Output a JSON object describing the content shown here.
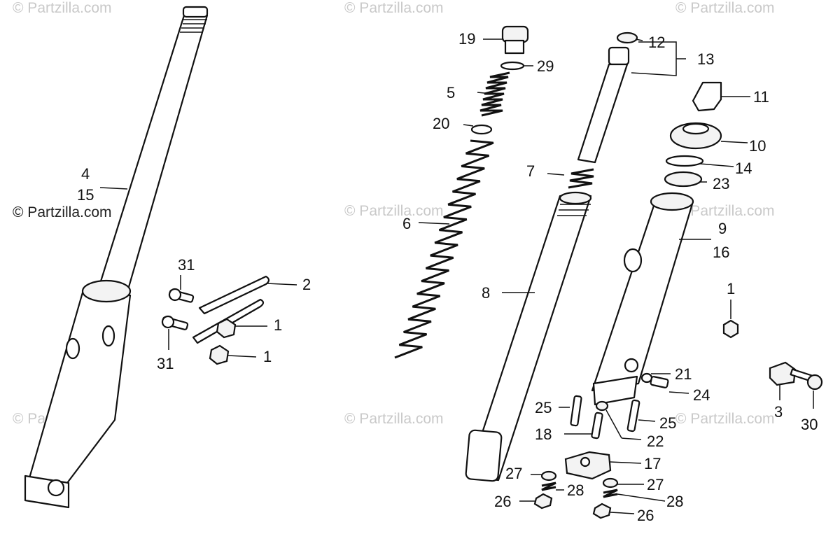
{
  "watermark": {
    "text": "© Partzilla.com",
    "dark_text": "© Partzilla.com"
  },
  "labels": {
    "l1a": "1",
    "l1b": "1",
    "l1c": "1",
    "l2": "2",
    "l3": "3",
    "l4": "4",
    "l15": "15",
    "l5": "5",
    "l6": "6",
    "l7": "7",
    "l8": "8",
    "l9": "9",
    "l16": "16",
    "l10": "10",
    "l11": "11",
    "l12": "12",
    "l13": "13",
    "l14": "14",
    "l17": "17",
    "l18": "18",
    "l19": "19",
    "l20": "20",
    "l21": "21",
    "l22": "22",
    "l23": "23",
    "l24": "24",
    "l25a": "25",
    "l25b": "25",
    "l26a": "26",
    "l26b": "26",
    "l27a": "27",
    "l27b": "27",
    "l28a": "28",
    "l28b": "28",
    "l29": "29",
    "l30": "30",
    "l31a": "31",
    "l31b": "31"
  }
}
